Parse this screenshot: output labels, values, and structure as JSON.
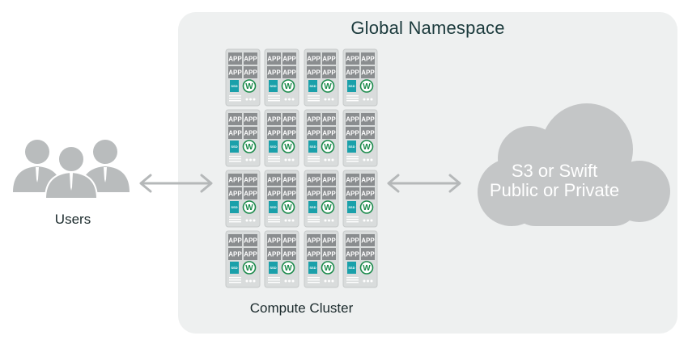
{
  "namespace": {
    "title": "Global Namespace"
  },
  "users": {
    "label": "Users",
    "icon": "users-group-icon"
  },
  "cluster": {
    "label": "Compute Cluster",
    "rows": 4,
    "cols": 4,
    "server": {
      "app_label": "APP",
      "ssd_label": "SSD",
      "weka_label": "W",
      "icon": "server-icon"
    }
  },
  "cloud": {
    "line1": "S3 or Swift",
    "line2": "Public or Private",
    "icon": "cloud-icon"
  },
  "colors": {
    "background_panel": "#eef0f0",
    "server_body": "#d9dcdc",
    "app_block": "#8a8d8f",
    "ssd_teal": "#1aa0aa",
    "weka_green": "#1a8a4a",
    "arrow": "#b5b8b9",
    "users": "#b9bcbd",
    "cloud": "#c4c6c7"
  }
}
